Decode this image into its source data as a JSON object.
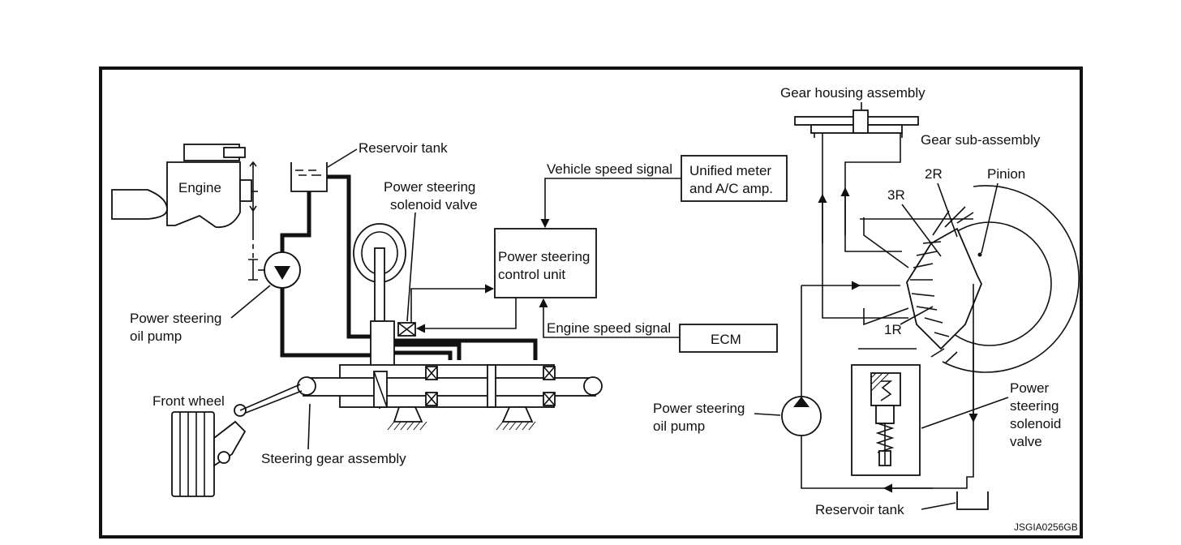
{
  "labels": {
    "engine": "Engine",
    "reservoir_tank_left": "Reservoir tank",
    "ps_solenoid_valve_line1": "Power steering",
    "ps_solenoid_valve_line2": "solenoid valve",
    "vehicle_speed_signal": "Vehicle speed signal",
    "unified_meter_line1": "Unified meter",
    "unified_meter_line2": "and A/C amp.",
    "ps_control_unit_line1": "Power steering",
    "ps_control_unit_line2": "control unit",
    "engine_speed_signal": "Engine speed signal",
    "ecm": "ECM",
    "ps_oil_pump_left_line1": "Power steering",
    "ps_oil_pump_left_line2": "oil pump",
    "front_wheel": "Front wheel",
    "steering_gear_assembly": "Steering gear assembly",
    "gear_housing_assembly": "Gear housing assembly",
    "gear_sub_assembly": "Gear sub-assembly",
    "r2": "2R",
    "pinion": "Pinion",
    "r3": "3R",
    "r1": "1R",
    "ps_oil_pump_right_line1": "Power steering",
    "ps_oil_pump_right_line2": "oil pump",
    "ps_solenoid_right_line1": "Power",
    "ps_solenoid_right_line2": "steering",
    "ps_solenoid_right_line3": "solenoid",
    "ps_solenoid_right_line4": "valve",
    "reservoir_tank_right": "Reservoir tank",
    "figure_code": "JSGIA0256GB"
  }
}
